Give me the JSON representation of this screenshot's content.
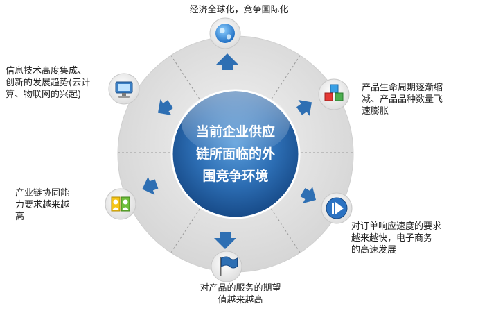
{
  "center": {
    "lines": [
      "当前企业供应",
      "链所面临的外",
      "围竞争环境"
    ]
  },
  "items": [
    {
      "text": "经济全球化，竞争国际化",
      "icon": "globe-icon"
    },
    {
      "text": "信息技术高度集成、\n创新的发展趋势(云计\n算、物联网的兴起)",
      "icon": "monitor-icon"
    },
    {
      "text": "产品生命周期逐渐缩\n减、产品品种数量飞\n速膨胀",
      "icon": "cubes-icon"
    },
    {
      "text": "产业链协同能\n力要求越来越\n高",
      "icon": "people-icon"
    },
    {
      "text": "对订单响应速度的要求\n越来越快，电子商务\n的高速发展",
      "icon": "play-icon"
    },
    {
      "text": "对产品的服务的期望\n值越来越高",
      "icon": "flag-icon"
    }
  ],
  "colors": {
    "ring": "#e0e0e0",
    "arrow": "#2e6fb3",
    "center_dark": "#1b4f8f",
    "center_light": "#4a90d0"
  }
}
